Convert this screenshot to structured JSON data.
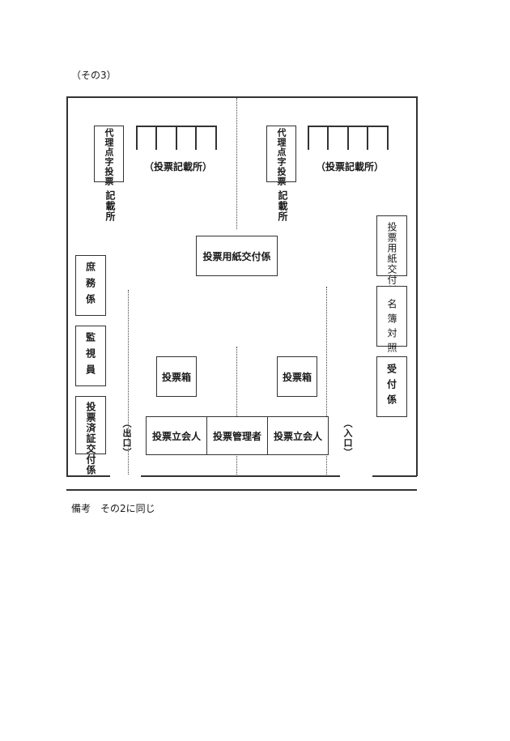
{
  "caption": "（その3）",
  "remark": "備考　その2に同じ",
  "left_section": {
    "proxy_booth": "代理点字投票",
    "booth_label": "（投票記載所）",
    "desk_label": "記載所"
  },
  "right_section": {
    "proxy_booth": "代理点字投票",
    "booth_label": "（投票記載所）",
    "desk_label": "記載所"
  },
  "center_desk": "投票用紙交付係",
  "general_affairs": "庶務係",
  "monitor": "監視員",
  "certificate_issuer": "投票済証交付係",
  "ballot_issuer": "投票用紙交付係",
  "register_check": "名簿対照係",
  "reception": "受付係",
  "ballot_box_left": "投票箱",
  "ballot_box_right": "投票箱",
  "witness_left": "投票立会人",
  "manager": "投票管理者",
  "witness_right": "投票立会人",
  "exit": "（出口）",
  "entrance": "（入口）"
}
